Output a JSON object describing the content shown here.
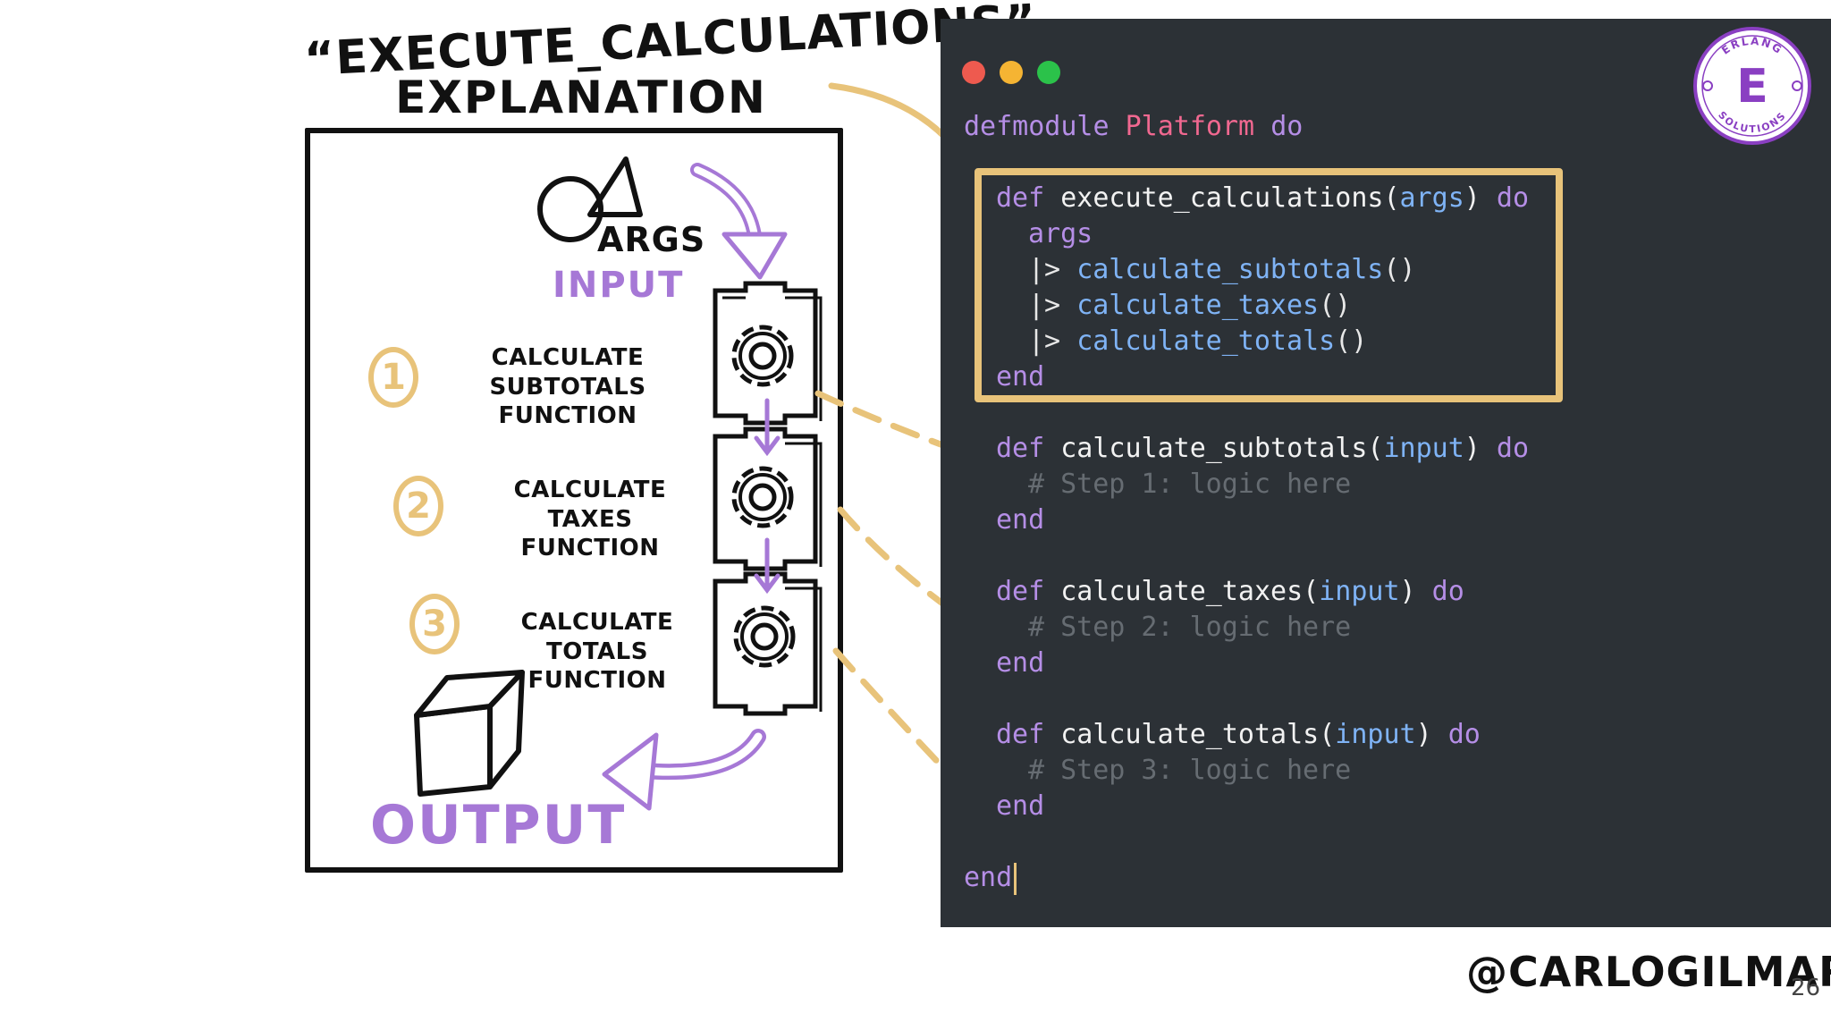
{
  "title": {
    "line1": "“EXECUTE_CALCULATIONS”",
    "line2": "EXPLANATION"
  },
  "diagram": {
    "args_label": "ARGS",
    "input_label": "INPUT",
    "output_label": "OUTPUT",
    "steps": [
      {
        "number": "1",
        "line1": "CALCULATE SUBTOTALS",
        "line2": "FUNCTION"
      },
      {
        "number": "2",
        "line1": "CALCULATE TAXES",
        "line2": "FUNCTION"
      },
      {
        "number": "3",
        "line1": "CALCULATE TOTALS",
        "line2": "FUNCTION"
      }
    ]
  },
  "code": {
    "defmodule_kw": "defmodule",
    "module_name": "Platform",
    "do_kw": "do",
    "def_kw": "def",
    "end_kw": "end",
    "pipe": "|>",
    "parens_empty": "()",
    "exec_fn": "execute_calculations(",
    "exec_arg": "args",
    "close_paren": ")",
    "args_var": "args",
    "calls": [
      "calculate_subtotals",
      "calculate_taxes",
      "calculate_totals"
    ],
    "fn_subtotals": "calculate_subtotals(",
    "fn_taxes": "calculate_taxes(",
    "fn_totals": "calculate_totals(",
    "input_arg": "input",
    "comments": [
      "# Step 1: logic here",
      "# Step 2: logic here",
      "# Step 3: logic here"
    ]
  },
  "window_dots": [
    "#ee5a4f",
    "#f5b433",
    "#2bc24a"
  ],
  "handle": "@CARLOGILMAR",
  "page_number": "26",
  "logo": {
    "top_text": "ERLANG",
    "bottom_text": "SOLUTIONS",
    "letter": "E"
  },
  "colors": {
    "accent_yellow": "#e8c37a",
    "accent_purple": "#a678d6",
    "code_bg": "#2c3136"
  }
}
